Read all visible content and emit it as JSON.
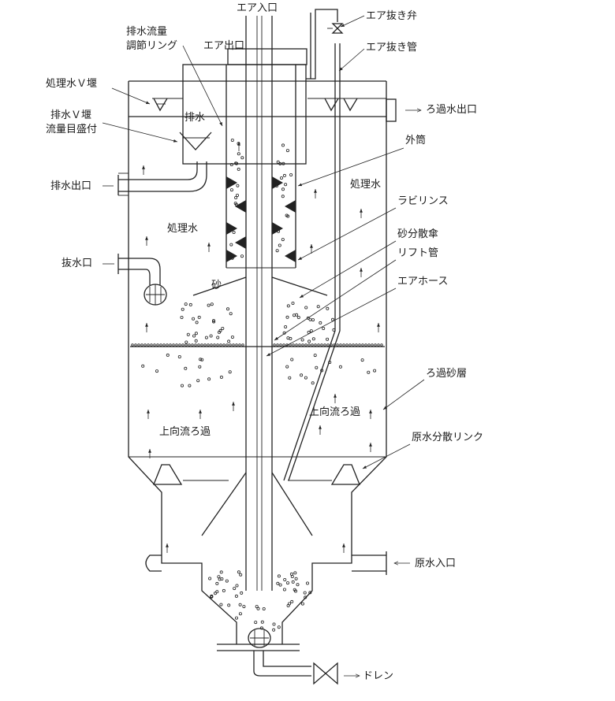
{
  "labels": {
    "air_inlet": "エア入口",
    "air_release_valve": "エア抜き弁",
    "drain_flow_adjust_ring_1": "排水流量",
    "drain_flow_adjust_ring_2": "調節リング",
    "air_outlet": "エア出口",
    "air_release_pipe": "エア抜き管",
    "treated_water_v_weir": "処理水Ｖ堰",
    "filtered_water_outlet": "ろ過水出口",
    "drain_v_weir_1": "排水Ｖ堰",
    "drain_v_weir_2": "流量目盛付",
    "drain_inner": "排水",
    "outer_cylinder": "外筒",
    "drain_outlet": "排水出口",
    "treated_water_right": "処理水",
    "labyrinth": "ラビリンス",
    "treated_water_left": "処理水",
    "sand_dispersion_umbrella": "砂分散傘",
    "extraction_port": "抜水口",
    "lift_pipe": "リフト管",
    "sand": "砂",
    "air_hose": "エアホース",
    "filter_sand_layer": "ろ過砂層",
    "upflow_filtration_right": "上向流ろ過",
    "upflow_filtration_left": "上向流ろ過",
    "raw_water_distribution_ring": "原水分散リンク",
    "raw_water_inlet": "原水入口",
    "drain": "ドレン"
  }
}
